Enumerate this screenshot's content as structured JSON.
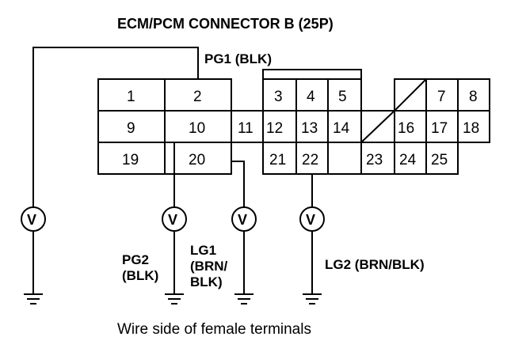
{
  "title": "ECM/PCM CONNECTOR B (25P)",
  "caption": "Wire side of female terminals",
  "wire_labels": {
    "pg1": "PG1 (BLK)",
    "pg2_line1": "PG2",
    "pg2_line2": "(BLK)",
    "lg1_line1": "LG1",
    "lg1_line2": "(BRN/",
    "lg1_line3": "BLK)",
    "lg2": "LG2 (BRN/BLK)"
  },
  "pins": {
    "p1": "1",
    "p2": "2",
    "p3": "3",
    "p4": "4",
    "p5": "5",
    "p7": "7",
    "p8": "8",
    "p9": "9",
    "p10": "10",
    "p11": "11",
    "p12": "12",
    "p13": "13",
    "p14": "14",
    "p16": "16",
    "p17": "17",
    "p18": "18",
    "p19": "19",
    "p20": "20",
    "p21": "21",
    "p22": "22",
    "p23": "23",
    "p24": "24",
    "p25": "25"
  },
  "voltmeter_symbol": "V"
}
